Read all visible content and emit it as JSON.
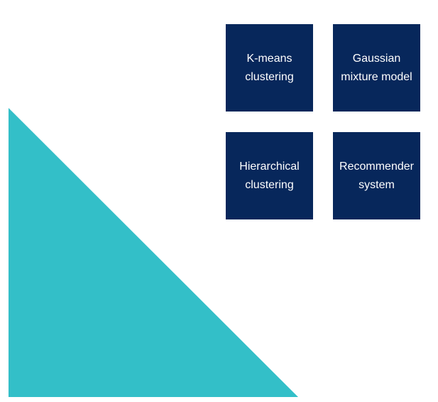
{
  "colors": {
    "box_fill": "#07275b",
    "box_text": "#ffffff",
    "triangle_fill": "#33bfc8",
    "background": "#ffffff"
  },
  "boxes": [
    {
      "label": "K-means\nclustering"
    },
    {
      "label": "Gaussian\nmixture model"
    },
    {
      "label": "Hierarchical\nclustering"
    },
    {
      "label": "Recommender\nsystem"
    }
  ]
}
